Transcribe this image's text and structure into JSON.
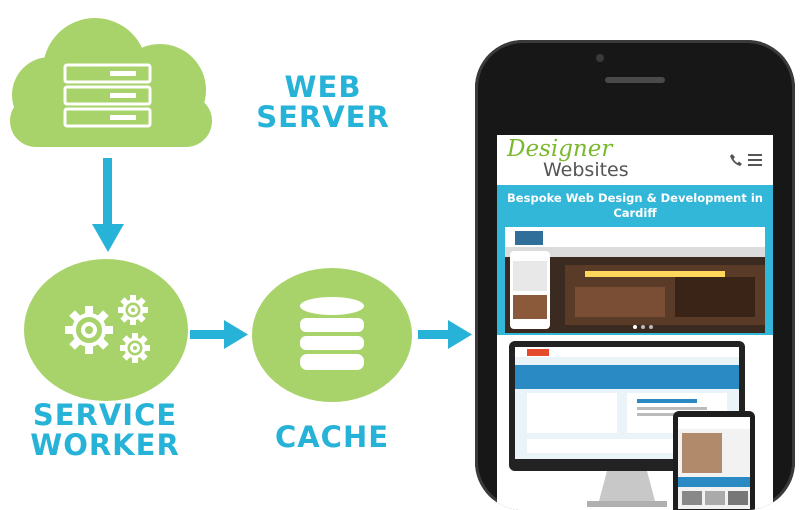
{
  "nodes": {
    "web_server": {
      "label_line1": "WEB",
      "label_line2": "SERVER"
    },
    "service_worker": {
      "label_line1": "SERVICE",
      "label_line2": "WORKER"
    },
    "cache": {
      "label": "CACHE"
    }
  },
  "phone_screen": {
    "logo_line1": "Designer",
    "logo_line2": "Websites",
    "banner_title": "Bespoke Web Design & Development in Cardiff"
  },
  "colors": {
    "node_green": "#a8d26a",
    "label_blue": "#27b2d8",
    "arrow_blue": "#27b2d8"
  }
}
